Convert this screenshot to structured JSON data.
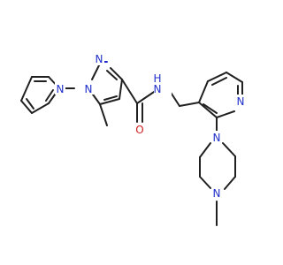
{
  "molecule": {
    "atom_labels": {
      "pyrazole_n1": "N",
      "pyrazole_n2": "N",
      "amide_nh": "H",
      "amide_n": "N",
      "amide_o": "O",
      "left_pyridine_n": "N",
      "right_pyridine_n": "N",
      "piperazine_n_top": "N",
      "piperazine_n_bottom": "N"
    },
    "colors": {
      "carbon_bond": "#202020",
      "nitrogen": "#2030c8",
      "oxygen": "#d02020"
    }
  }
}
